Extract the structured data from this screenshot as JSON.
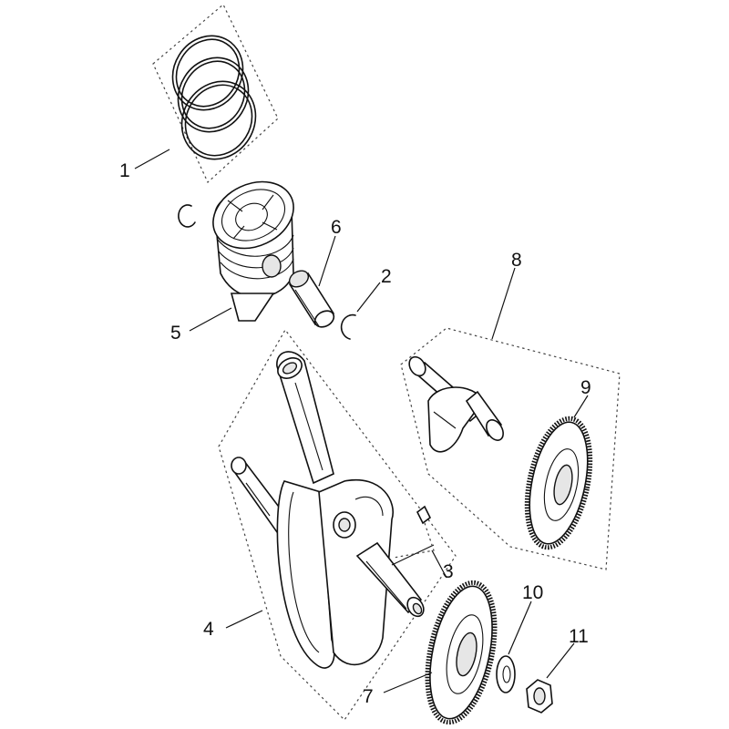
{
  "callouts": [
    {
      "id": "1",
      "label": "1"
    },
    {
      "id": "2",
      "label": "2"
    },
    {
      "id": "3",
      "label": "3"
    },
    {
      "id": "4",
      "label": "4"
    },
    {
      "id": "5",
      "label": "5"
    },
    {
      "id": "6",
      "label": "6"
    },
    {
      "id": "7",
      "label": "7"
    },
    {
      "id": "8",
      "label": "8"
    },
    {
      "id": "9",
      "label": "9"
    },
    {
      "id": "10",
      "label": "10"
    },
    {
      "id": "11",
      "label": "11"
    }
  ],
  "parts": {
    "piston_rings": "piston-rings",
    "piston_pin_clip": "piston-pin-clip",
    "crankshaft_key": "crankshaft-key",
    "crankshaft_assembly": "crankshaft-assembly",
    "piston": "piston",
    "piston_pin": "piston-pin",
    "drive_gear": "drive-gear",
    "balancer_shaft_assembly": "balancer-shaft-assembly",
    "balancer_gear": "balancer-gear",
    "washer": "washer",
    "nut": "nut"
  },
  "colors": {
    "line": "#111111",
    "background": "#ffffff",
    "shade": "#e6e6e6"
  }
}
